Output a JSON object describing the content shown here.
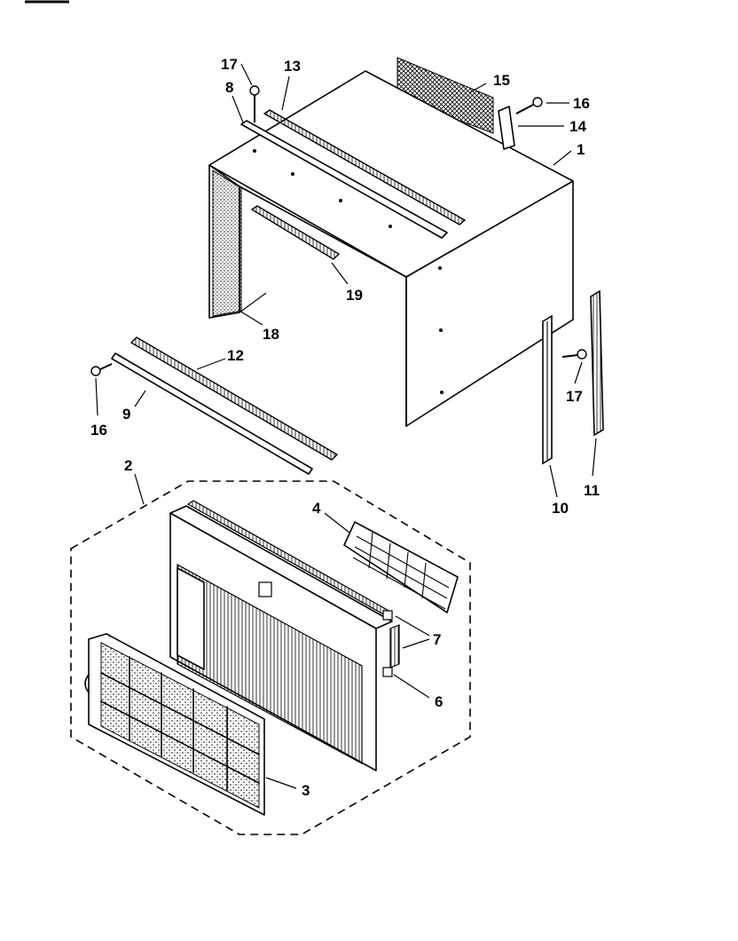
{
  "labels": {
    "l1": "1",
    "l2": "2",
    "l3": "3",
    "l4": "4",
    "l6": "6",
    "l7": "7",
    "l8": "8",
    "l9": "9",
    "l10": "10",
    "l11": "11",
    "l12": "12",
    "l13": "13",
    "l14": "14",
    "l15": "15",
    "l16a": "16",
    "l16b": "16",
    "l17a": "17",
    "l17b": "17",
    "l18": "18",
    "l19": "19"
  }
}
